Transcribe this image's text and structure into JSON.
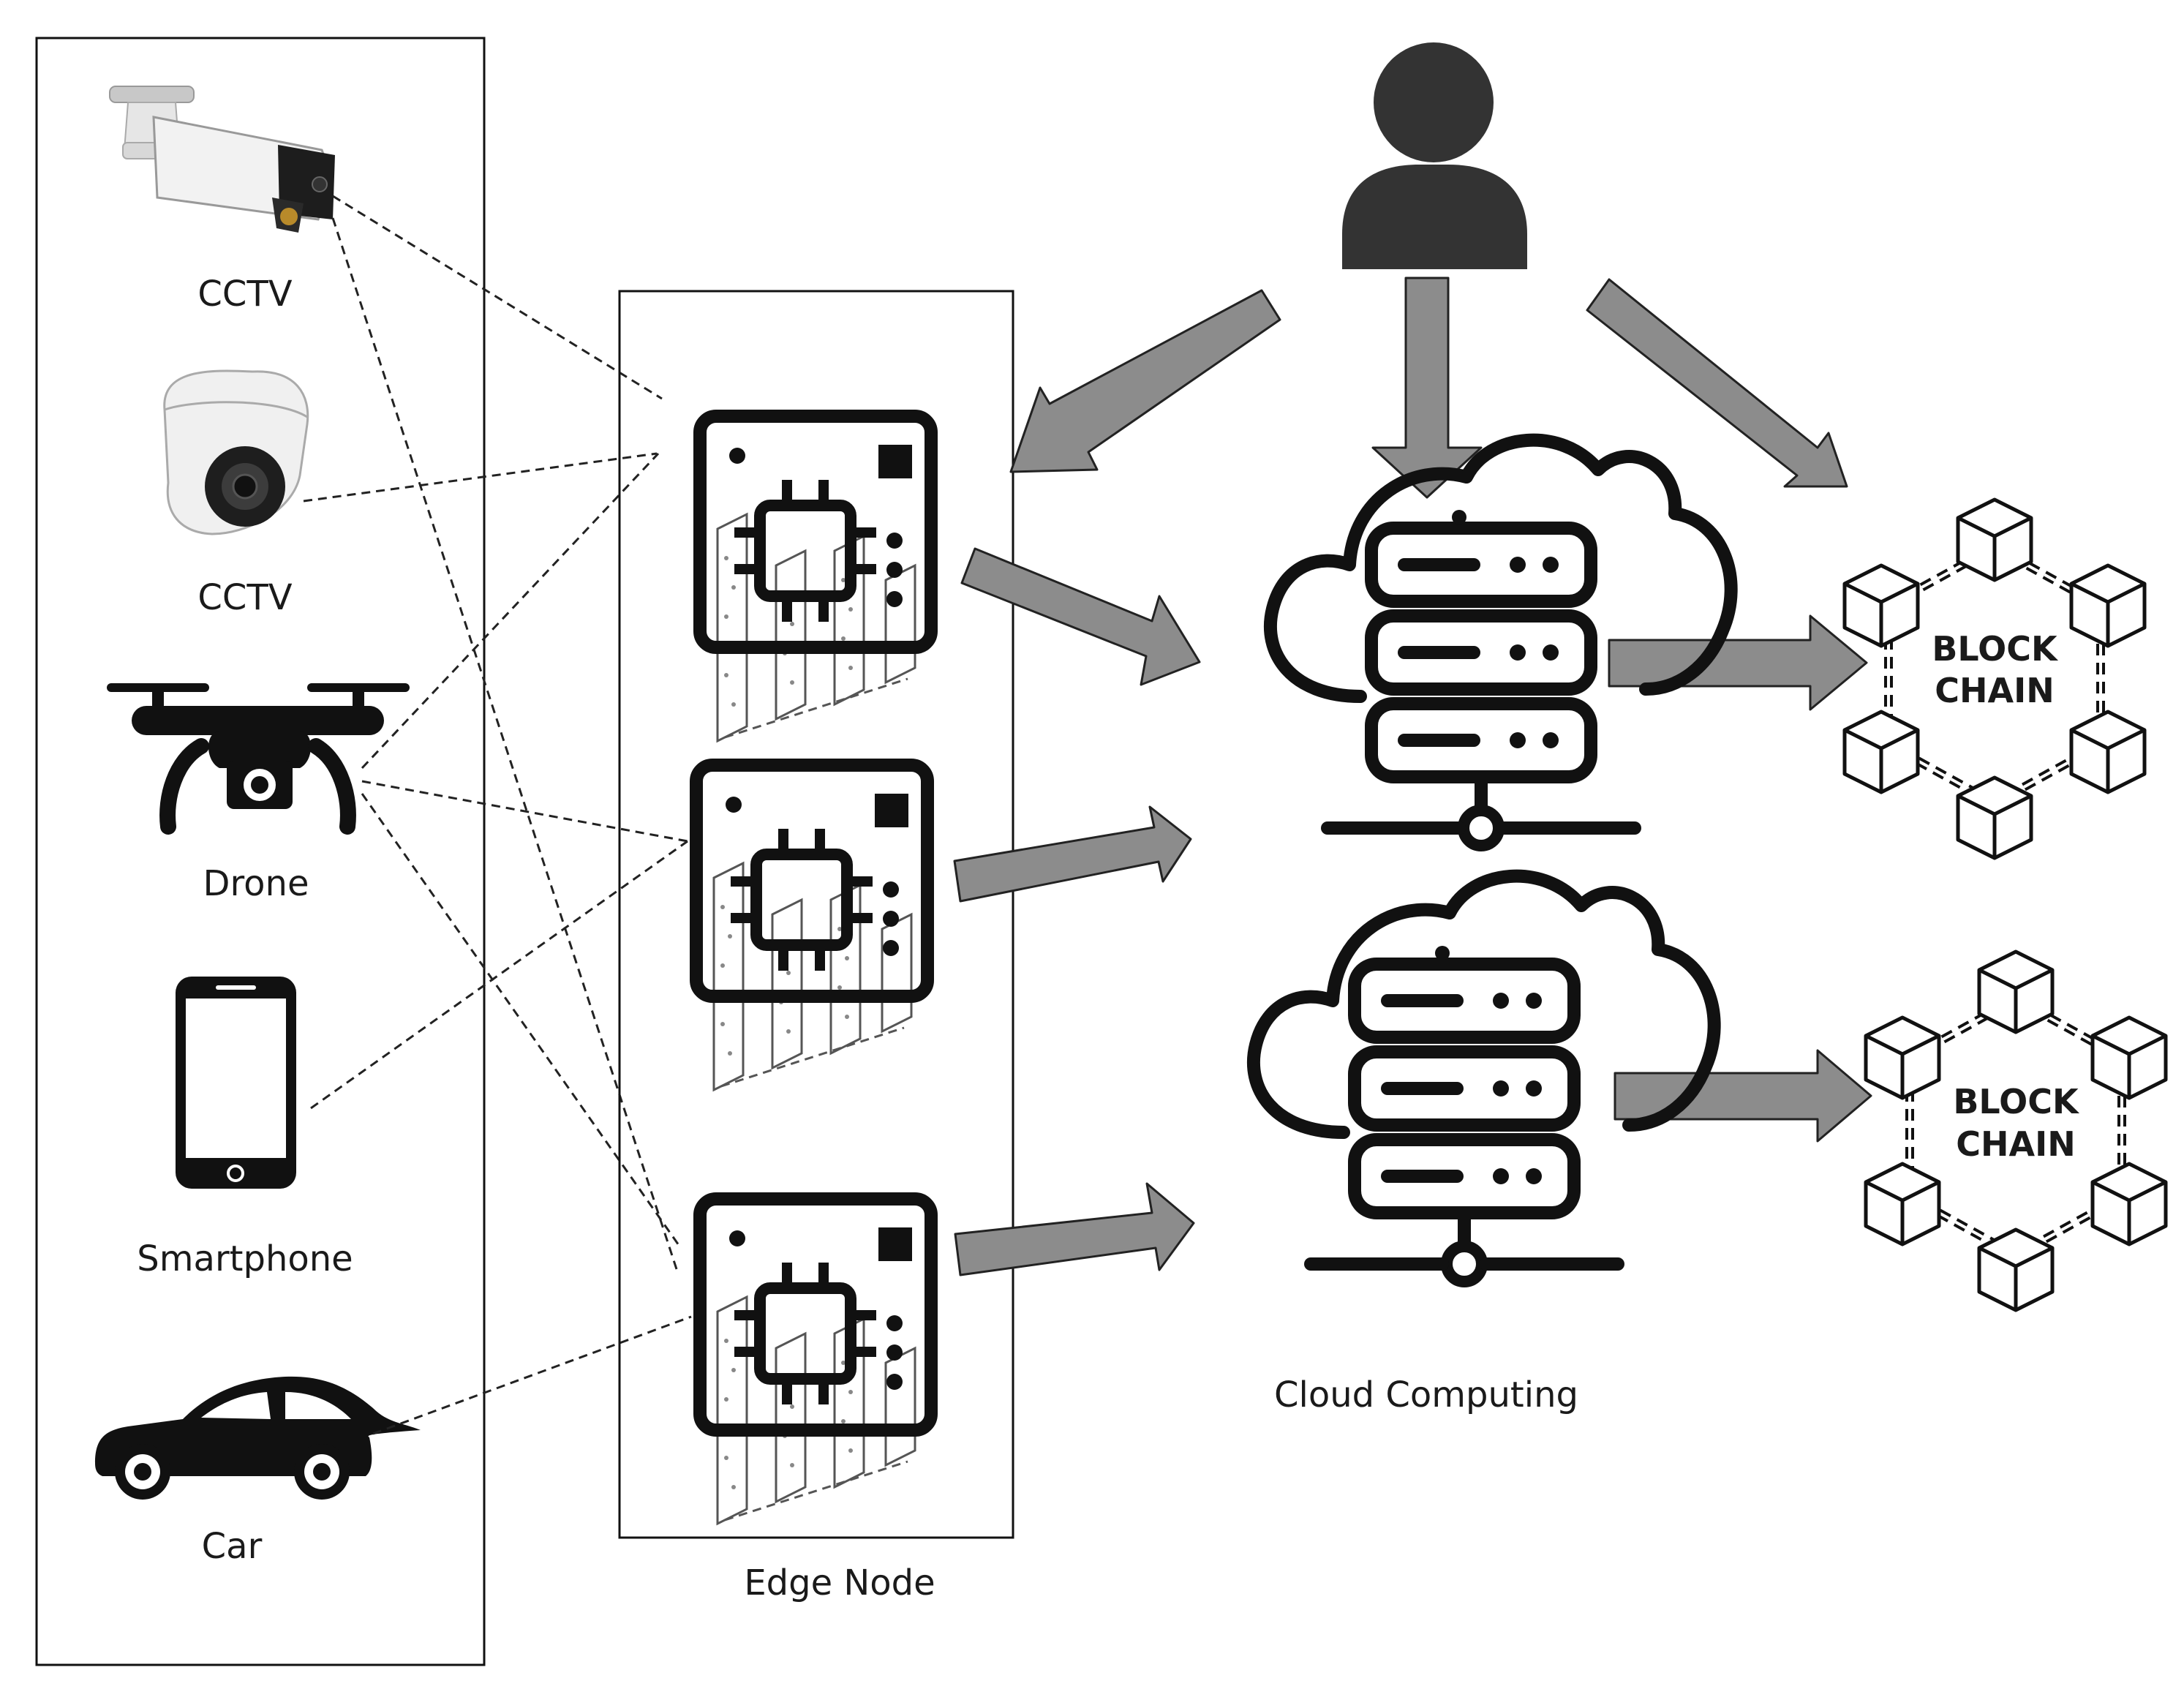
{
  "devices": {
    "cctv_bullet": "CCTV",
    "cctv_dome": "CCTV",
    "drone": "Drone",
    "smartphone": "Smartphone",
    "car": "Car"
  },
  "edge": {
    "label": "Edge Node"
  },
  "cloud": {
    "label": "Cloud Computing"
  },
  "blockchain": {
    "line1": "BLOCK",
    "line2": "CHAIN"
  },
  "colors": {
    "arrow_fill": "#8c8c8c",
    "arrow_stroke": "#222222",
    "icon": "#111111",
    "user": "#333333"
  }
}
